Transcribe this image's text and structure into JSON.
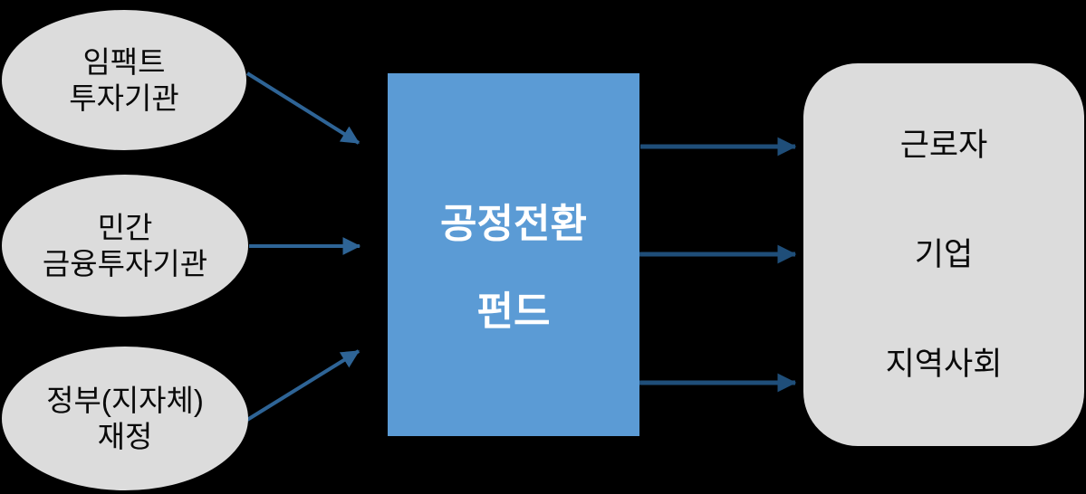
{
  "diagram": {
    "background_color": "#000000",
    "sources": [
      {
        "id": "impact-investors",
        "line1": "임팩트",
        "line2": "투자기관"
      },
      {
        "id": "private-financial",
        "line1": "민간",
        "line2": "금융투자기관"
      },
      {
        "id": "government-finance",
        "line1": "정부(지자체)",
        "line2": "재정"
      }
    ],
    "fund": {
      "line1": "공정전환",
      "line2": "펀드",
      "fill_color": "#5B9BD5",
      "text_color": "#FFFFFF"
    },
    "beneficiaries": {
      "items": [
        "근로자",
        "기업",
        "지역사회"
      ],
      "fill_color": "#DCDCDC",
      "text_color": "#0A0A0A"
    },
    "source_node_fill_color": "#DCDCDC",
    "arrow_colors": {
      "sources_to_fund": "#2E6496",
      "fund_to_beneficiaries": "#1F4E79"
    },
    "connections": [
      {
        "from": "impact-investors",
        "to": "fund"
      },
      {
        "from": "private-financial",
        "to": "fund"
      },
      {
        "from": "government-finance",
        "to": "fund"
      },
      {
        "from": "fund",
        "to": "beneficiaries"
      },
      {
        "from": "fund",
        "to": "beneficiaries"
      },
      {
        "from": "fund",
        "to": "beneficiaries"
      }
    ]
  }
}
